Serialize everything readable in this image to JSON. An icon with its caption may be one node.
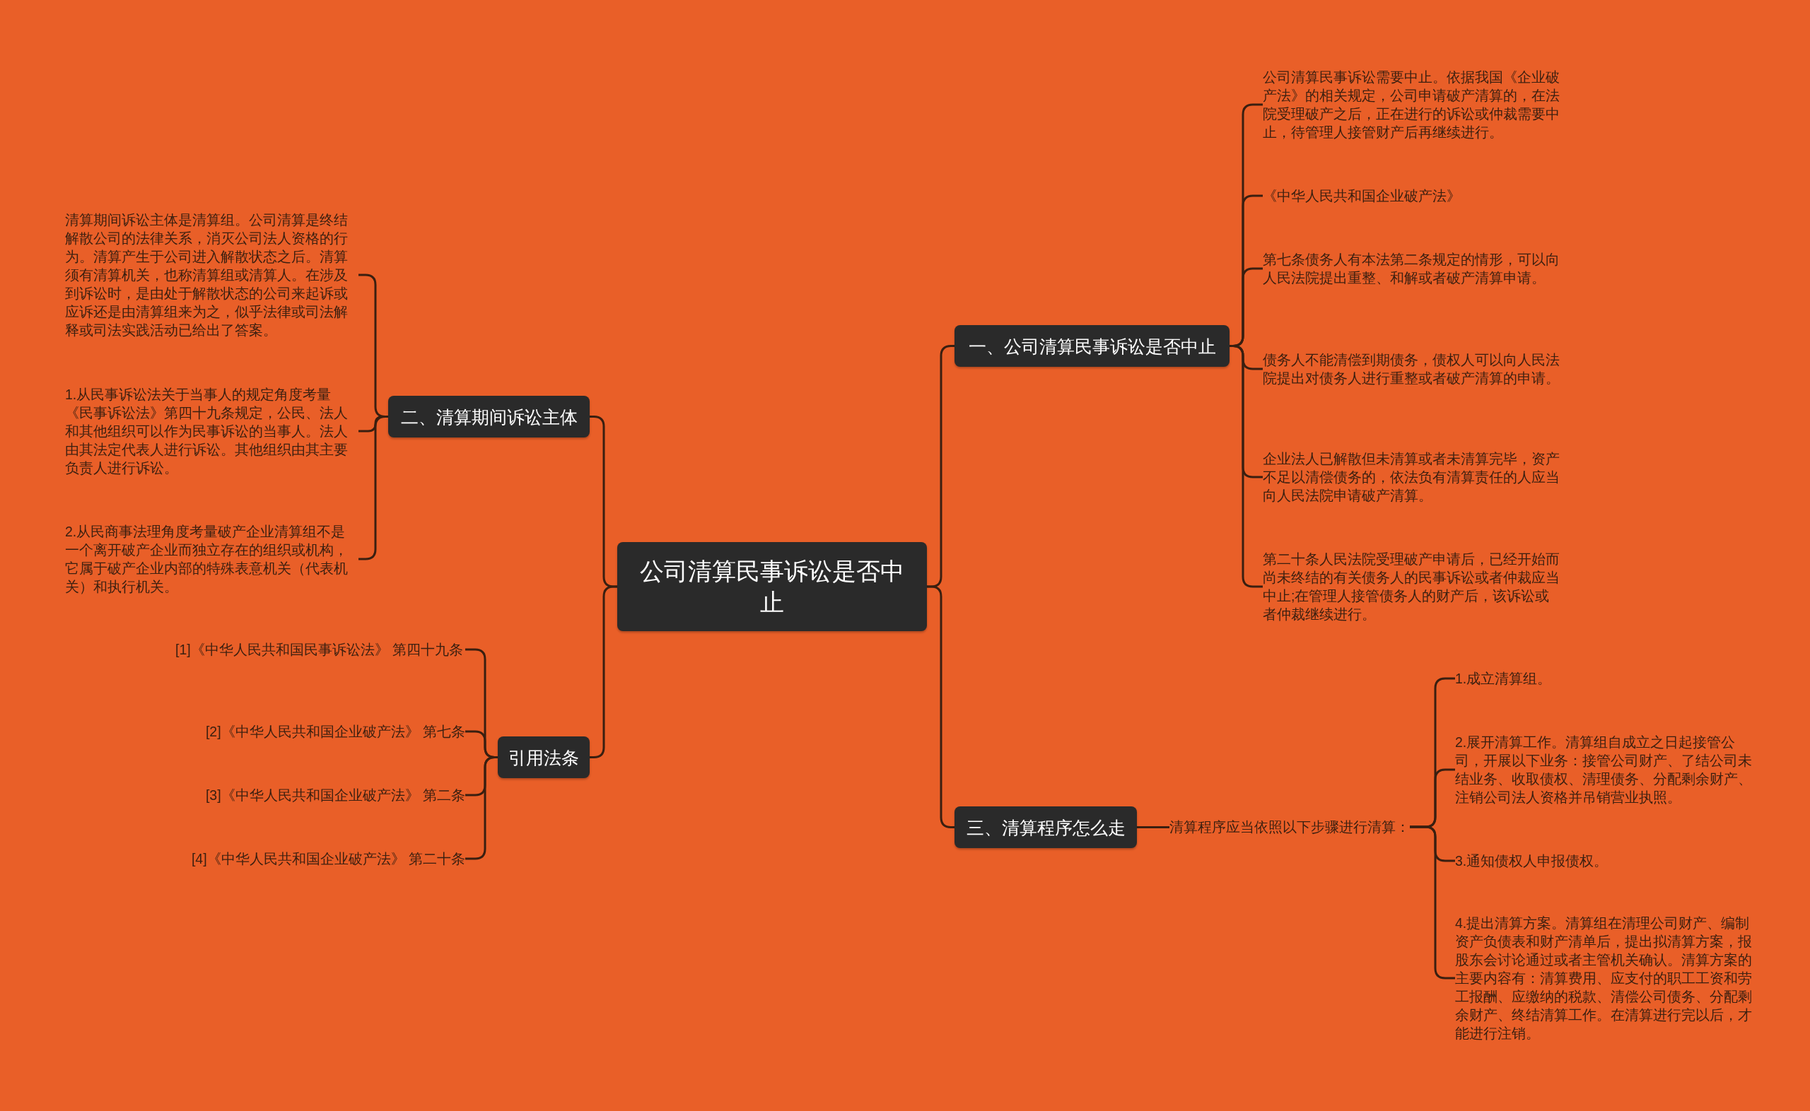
{
  "diagram": {
    "nodes": [
      {
        "text": [
          "公司清算民事诉讼是否中止"
        ]
      },
      {
        "text": [
          "一、公司清算民事诉讼是否中止"
        ]
      },
      {
        "text": [
          "公司清算民事诉讼需要中止。依据我国《企业破产法》的相关规定，公司申请破产清算的，在法院受理破产之后，正在进行的诉讼或仲裁需要中止，待管理人接管财产后再继续进行。"
        ]
      },
      {
        "text": [
          "《中华人民共和国企业破产法》"
        ]
      },
      {
        "text": [
          "第七条债务人有本法第二条规定的情形，可以向人民法院提出重整、和解或者破产清算申请。"
        ]
      },
      {
        "text": [
          "债务人不能清偿到期债务，债权人可以向人民法院提出对债务人进行重整或者破产清算的申请。"
        ]
      },
      {
        "text": [
          "企业法人已解散但未清算或者未清算完毕，资产不足以清偿债务的，依法负有清算责任的人应当向人民法院申请破产清算。"
        ]
      },
      {
        "text": [
          "第二十条人民法院受理破产申请后，已经开始而尚未终结的有关债务人的民事诉讼或者仲裁应当中止;在管理人接管债务人的财产后，该诉讼或者仲裁继续进行。"
        ]
      },
      {
        "text": [
          "二、清算期间诉讼主体"
        ]
      },
      {
        "text": [
          "清算期间诉讼主体是清算组。公司清算是终结解散公司的法律关系，消灭公司法人资格的行为。清算产生于公司进入解散状态之后。清算须有清算机关，也称清算组或清算人。在涉及到诉讼时，是由处于解散状态的公司来起诉或应诉还是由清算组来为之，似乎法律或司法解释或司法实践活动已给出了答案。"
        ]
      },
      {
        "text": [
          " 1.从民事诉讼法关于当事人的规定角度考量《民事诉讼法》第四十九条规定，公民、法人和其他组织可以作为民事诉讼的当事人。法人由其法定代表人进行诉讼。其他组织由其主要负责人进行诉讼。"
        ]
      },
      {
        "text": [
          " 2.从民商事法理角度考量破产企业清算组不是一个离开破产企业而独立存在的组织或机构，它属于破产企业内部的特殊表意机关（代表机关）和执行机关。"
        ]
      },
      {
        "text": [
          "引用法条"
        ]
      },
      {
        "text": [
          "[1]《中华人民共和国民事诉讼法》 第四十九条"
        ]
      },
      {
        "text": [
          "[2]《中华人民共和国企业破产法》 第七条"
        ]
      },
      {
        "text": [
          "[3]《中华人民共和国企业破产法》 第二条"
        ]
      },
      {
        "text": [
          "[4]《中华人民共和国企业破产法》 第二十条"
        ]
      },
      {
        "text": [
          "三、清算程序怎么走"
        ]
      },
      {
        "text": [
          "清算程序应当依照以下步骤进行清算："
        ]
      },
      {
        "text": [
          "1.成立清算组。"
        ]
      },
      {
        "text": [
          "2.展开清算工作。清算组自成立之日起接管公司，开展以下业务：接管公司财产、了结公司未结业务、收取债权、清理债务、分配剩余财产、注销公司法人资格并吊销营业执照。"
        ]
      },
      {
        "text": [
          "3.通知债权人申报债权。"
        ]
      },
      {
        "text": [
          "4.提出清算方案。清算组在清理公司财产、编制资产负债表和财产清单后，提出拟清算方案，报股东会讨论通过或者主管机关确认。清算方案的主要内容有：清算费用、应支付的职工工资和劳工报酬、应缴纳的税款、清偿公司债务、分配剩余财产、终结清算工作。在清算进行完以后，才能进行注销。"
        ]
      }
    ],
    "edges": [
      {
        "from": 0,
        "to": 1,
        "arrow": "none"
      },
      {
        "from": 1,
        "to": 2,
        "arrow": "none"
      },
      {
        "from": 1,
        "to": 3,
        "arrow": "none"
      },
      {
        "from": 1,
        "to": 4,
        "arrow": "none"
      },
      {
        "from": 1,
        "to": 5,
        "arrow": "none"
      },
      {
        "from": 1,
        "to": 6,
        "arrow": "none"
      },
      {
        "from": 1,
        "to": 7,
        "arrow": "none"
      },
      {
        "from": 0,
        "to": 8,
        "arrow": "none"
      },
      {
        "from": 8,
        "to": 9,
        "arrow": "none"
      },
      {
        "from": 8,
        "to": 10,
        "arrow": "none"
      },
      {
        "from": 8,
        "to": 11,
        "arrow": "none"
      },
      {
        "from": 0,
        "to": 12,
        "arrow": "none"
      },
      {
        "from": 12,
        "to": 13,
        "arrow": "none"
      },
      {
        "from": 12,
        "to": 14,
        "arrow": "none"
      },
      {
        "from": 12,
        "to": 15,
        "arrow": "none"
      },
      {
        "from": 12,
        "to": 16,
        "arrow": "none"
      },
      {
        "from": 0,
        "to": 17,
        "arrow": "none"
      },
      {
        "from": 17,
        "to": 18,
        "arrow": "none"
      },
      {
        "from": 18,
        "to": 19,
        "arrow": "none"
      },
      {
        "from": 18,
        "to": 20,
        "arrow": "none"
      },
      {
        "from": 18,
        "to": 21,
        "arrow": "none"
      },
      {
        "from": 18,
        "to": 22,
        "arrow": "none"
      }
    ]
  }
}
